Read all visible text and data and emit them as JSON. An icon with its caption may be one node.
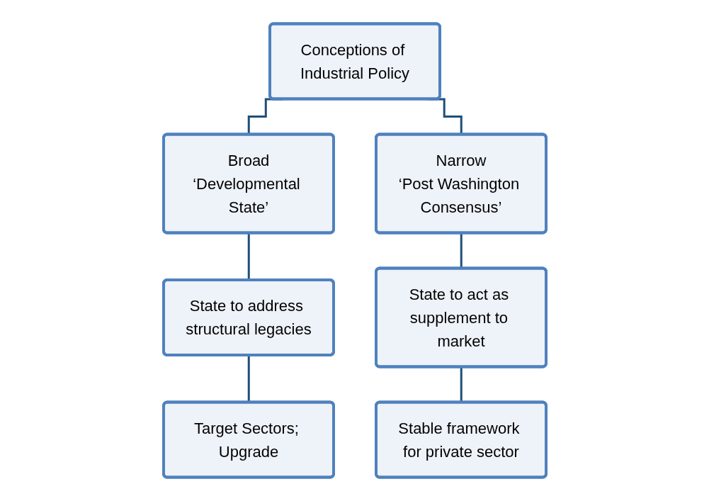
{
  "diagram": {
    "nodes": [
      {
        "text": [
          "Conceptions of Industrial Policy"
        ]
      },
      {
        "text": [
          "Broad",
          "‘Developmental State’"
        ]
      },
      {
        "text": [
          "Narrow",
          "‘Post Washington Consensus’"
        ]
      },
      {
        "text": [
          "State to address structural legacies"
        ]
      },
      {
        "text": [
          "State to act as supplement to market"
        ]
      },
      {
        "text": [
          "Target Sectors; Upgrade"
        ]
      },
      {
        "text": [
          "Stable framework for private sector"
        ]
      }
    ],
    "edges": [
      {
        "from": 0,
        "to": 1,
        "arrow": "none"
      },
      {
        "from": 0,
        "to": 2,
        "arrow": "none"
      },
      {
        "from": 1,
        "to": 3,
        "arrow": "none"
      },
      {
        "from": 3,
        "to": 5,
        "arrow": "none"
      },
      {
        "from": 2,
        "to": 4,
        "arrow": "none"
      },
      {
        "from": 4,
        "to": 6,
        "arrow": "none"
      }
    ]
  }
}
